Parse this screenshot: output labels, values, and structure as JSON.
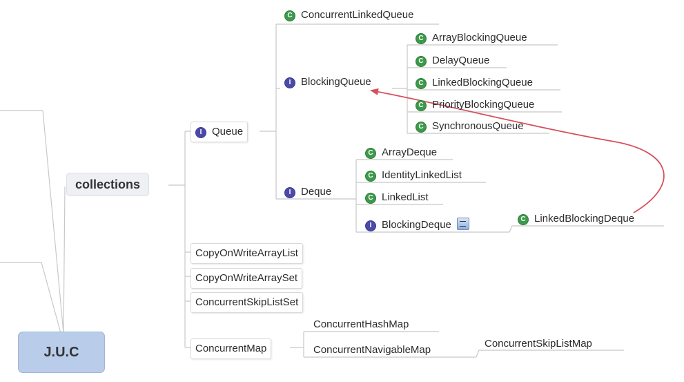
{
  "root": {
    "label": "J.U.C"
  },
  "collections": {
    "label": "collections"
  },
  "queue": {
    "badge": "I",
    "label": "Queue"
  },
  "concurrent_linked_queue": {
    "badge": "C",
    "label": "ConcurrentLinkedQueue"
  },
  "blocking_queue": {
    "badge": "I",
    "label": "BlockingQueue"
  },
  "array_blocking_queue": {
    "badge": "C",
    "label": "ArrayBlockingQueue"
  },
  "delay_queue": {
    "badge": "C",
    "label": "DelayQueue"
  },
  "linked_blocking_queue": {
    "badge": "C",
    "label": "LinkedBlockingQueue"
  },
  "priority_blocking_queue": {
    "badge": "C",
    "label": "PriorityBlockingQueue"
  },
  "synchronous_queue": {
    "badge": "C",
    "label": "SynchronousQueue"
  },
  "deque": {
    "badge": "I",
    "label": "Deque"
  },
  "array_deque": {
    "badge": "C",
    "label": "ArrayDeque"
  },
  "identity_linked_list": {
    "badge": "C",
    "label": "IdentityLinkedList"
  },
  "linked_list": {
    "badge": "C",
    "label": "LinkedList"
  },
  "blocking_deque": {
    "badge": "I",
    "label": "BlockingDeque",
    "note_icon": "note-icon"
  },
  "linked_blocking_deque": {
    "badge": "C",
    "label": "LinkedBlockingDeque"
  },
  "copy_on_write_array_list": {
    "label": "CopyOnWriteArrayList"
  },
  "copy_on_write_array_set": {
    "label": "CopyOnWriteArraySet"
  },
  "concurrent_skip_list_set": {
    "label": "ConcurrentSkipListSet"
  },
  "concurrent_map": {
    "label": "ConcurrentMap"
  },
  "concurrent_hash_map": {
    "label": "ConcurrentHashMap"
  },
  "concurrent_navigable_map": {
    "label": "ConcurrentNavigableMap"
  },
  "concurrent_skip_list_map": {
    "label": "ConcurrentSkipListMap"
  },
  "colors": {
    "root_fill": "#b9cdea",
    "class_badge": "#3c9a4a",
    "interface_badge": "#4b4aa8",
    "connector": "#c8c8c8",
    "arrow": "#d6505a"
  }
}
